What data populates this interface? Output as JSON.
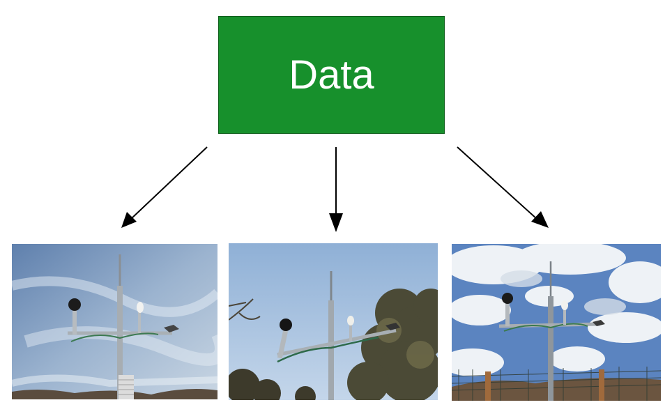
{
  "root": {
    "label": "Data",
    "fill": "#17902c"
  },
  "arrow_color": "#000000",
  "photos": [
    {
      "icon": "weather-station-photo",
      "sky": "pale-blue-wispy"
    },
    {
      "icon": "weather-station-photo",
      "sky": "clear-blue-with-trees"
    },
    {
      "icon": "weather-station-photo",
      "sky": "blue-with-clouds-fence"
    }
  ]
}
